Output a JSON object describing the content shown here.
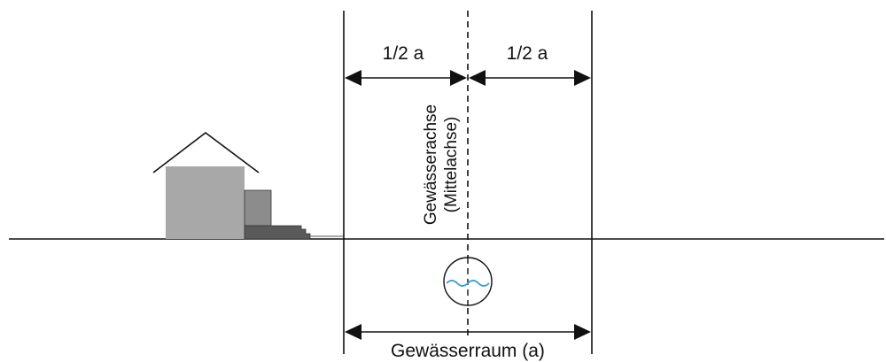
{
  "labels": {
    "half_left": "1/2 a",
    "half_right": "1/2 a",
    "axis_line1": "Gewässerachse",
    "axis_line2": "(Mittelachse)",
    "space": "Gewässerraum (a)"
  },
  "icons": {
    "water_symbol": "water-wave-circle-icon"
  },
  "colors": {
    "line": "#111111",
    "house_main": "#a8a8a8",
    "house_annex": "#8c8c8c",
    "terrace": "#5a5a5a",
    "water": "#3aa0d8"
  }
}
